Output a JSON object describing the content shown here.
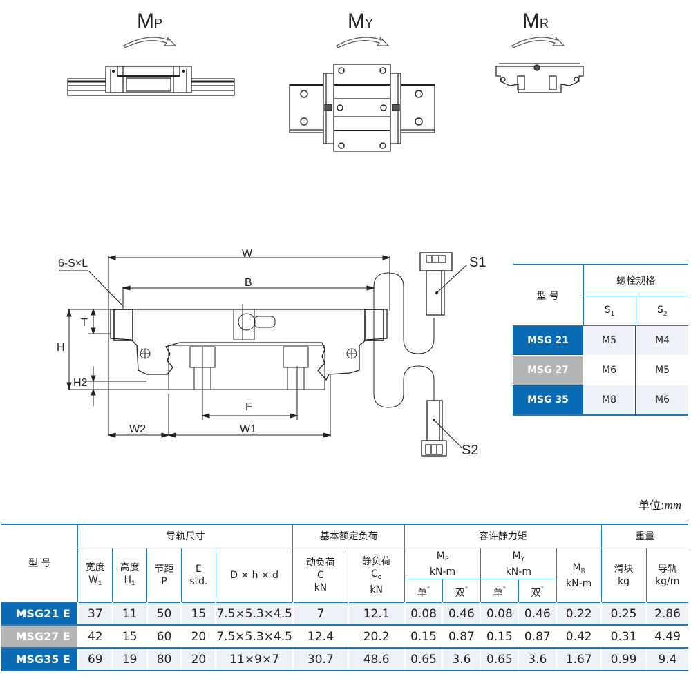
{
  "moments": {
    "pitch": {
      "main": "M",
      "sub": "P"
    },
    "yaw": {
      "main": "M",
      "sub": "Y"
    },
    "roll": {
      "main": "M",
      "sub": "R"
    }
  },
  "drawing_labels": {
    "screw": "6-S×L",
    "W": "W",
    "B": "B",
    "T": "T",
    "H": "H",
    "H2": "H2",
    "F": "F",
    "W1": "W1",
    "W2": "W2",
    "S1": "S1",
    "S2": "S2"
  },
  "colors": {
    "accent_blue": "#0a6bb5",
    "accent_gray": "#b4b4b4",
    "cell_bg": "#eef1f8",
    "border_blue": "#1a7bc4"
  },
  "bolt_table": {
    "model_header": "型 号",
    "spec_header": "螺栓规格",
    "s1_main": "S",
    "s1_sub": "1",
    "s2_main": "S",
    "s2_sub": "2",
    "rows": [
      {
        "model": "MSG 21",
        "s1": "M5",
        "s2": "M4",
        "style": "blue"
      },
      {
        "model": "MSG 27",
        "s1": "M6",
        "s2": "M5",
        "style": "gray"
      },
      {
        "model": "MSG 35",
        "s1": "M8",
        "s2": "M6",
        "style": "blue"
      }
    ]
  },
  "unit_label": {
    "prefix": "单位:",
    "unit": "mm"
  },
  "spec_table": {
    "model_header": "型 号",
    "groups": {
      "rail": "导轨尺寸",
      "load": "基本额定负荷",
      "moment": "容许静力矩",
      "weight": "重量"
    },
    "cols": {
      "width": {
        "name": "宽度",
        "sym": "W",
        "sub": "1"
      },
      "height": {
        "name": "高度",
        "sym": "H",
        "sub": "1"
      },
      "pitch": {
        "name": "节距",
        "sym": "P"
      },
      "e": {
        "name": "E",
        "sym": "std."
      },
      "dhd": {
        "name": "D × h × d"
      },
      "dynamic": {
        "name": "动负荷",
        "sym": "C",
        "unit": "kN"
      },
      "static": {
        "name": "静负荷",
        "sym": "C",
        "sub": "o",
        "unit": "kN"
      },
      "mp": {
        "sym": "M",
        "sub": "P",
        "unit": "kN-m"
      },
      "my": {
        "sym": "M",
        "sub": "Y",
        "unit": "kN-m"
      },
      "mr": {
        "sym": "M",
        "sub": "R",
        "unit": "kN-m"
      },
      "block": {
        "name": "滑块",
        "unit": "kg"
      },
      "rail": {
        "name": "导轨",
        "unit": "kg/m"
      },
      "single": "单",
      "double": "双",
      "mark": "*"
    },
    "rows": [
      {
        "model": "MSG21 E",
        "style": "blue",
        "w1": "37",
        "h1": "11",
        "p": "50",
        "e": "15",
        "dhd": "7.5×5.3×4.5",
        "c": "7",
        "c0": "12.1",
        "mp_s": "0.08",
        "mp_d": "0.46",
        "my_s": "0.08",
        "my_d": "0.46",
        "mr": "0.22",
        "block": "0.25",
        "rail": "2.86"
      },
      {
        "model": "MSG27 E",
        "style": "gray",
        "w1": "42",
        "h1": "15",
        "p": "60",
        "e": "20",
        "dhd": "7.5×5.3×4.5",
        "c": "12.4",
        "c0": "20.2",
        "mp_s": "0.15",
        "mp_d": "0.87",
        "my_s": "0.15",
        "my_d": "0.87",
        "mr": "0.42",
        "block": "0.31",
        "rail": "4.49"
      },
      {
        "model": "MSG35 E",
        "style": "blue",
        "w1": "69",
        "h1": "19",
        "p": "80",
        "e": "20",
        "dhd": "11×9×7",
        "c": "30.7",
        "c0": "48.6",
        "mp_s": "0.65",
        "mp_d": "3.6",
        "my_s": "0.65",
        "my_d": "3.6",
        "mr": "1.67",
        "block": "0.99",
        "rail": "9.4"
      }
    ]
  }
}
